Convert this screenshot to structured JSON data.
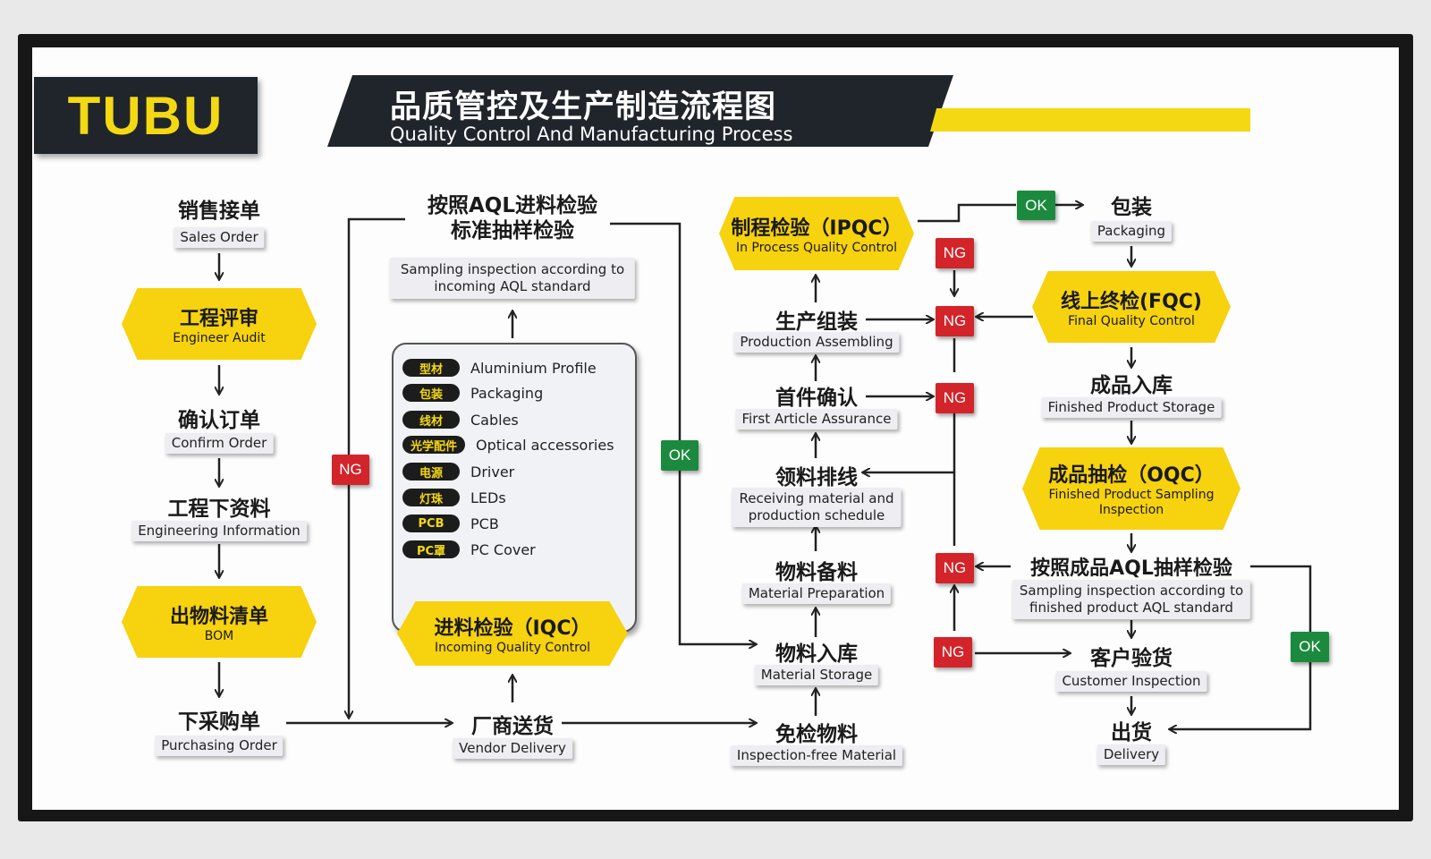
{
  "header": {
    "logo": "TUBU",
    "title_cn": "品质管控及生产制造流程图",
    "title_en": "Quality Control And Manufacturing Process"
  },
  "left_column": {
    "sales_order": {
      "cn": "销售接单",
      "en": "Sales Order"
    },
    "engineer_audit": {
      "cn": "工程评审",
      "en": "Engineer Audit"
    },
    "confirm_order": {
      "cn": "确认订单",
      "en": "Confirm Order"
    },
    "engineering_info": {
      "cn": "工程下资料",
      "en": "Engineering Information"
    },
    "bom": {
      "cn": "出物料清单",
      "en": "BOM"
    },
    "purchasing_order": {
      "cn": "下采购单",
      "en": "Purchasing Order"
    }
  },
  "incoming": {
    "aql_sampling": {
      "cn_line1": "按照AQL进料检验",
      "cn_line2": "标准抽样检验",
      "en_line1": "Sampling inspection according to",
      "en_line2": "incoming AQL standard"
    },
    "materials": [
      {
        "pill": "型材",
        "label": "Aluminium Profile"
      },
      {
        "pill": "包装",
        "label": "Packaging"
      },
      {
        "pill": "线材",
        "label": "Cables"
      },
      {
        "pill": "光学配件",
        "label": "Optical accessories"
      },
      {
        "pill": "电源",
        "label": "Driver"
      },
      {
        "pill": "灯珠",
        "label": "LEDs"
      },
      {
        "pill": "PCB",
        "label": "PCB"
      },
      {
        "pill": "PC罩",
        "label": "PC Cover"
      }
    ],
    "iqc": {
      "cn": "进料检验（IQC）",
      "en": "Incoming Quality Control"
    },
    "vendor_delivery": {
      "cn": "厂商送货",
      "en": "Vendor Delivery"
    },
    "ng": "NG",
    "ok": "OK"
  },
  "production": {
    "ipqc": {
      "cn": "制程检验（IPQC）",
      "en": "In Process Quality Control"
    },
    "assembling": {
      "cn": "生产组装",
      "en": "Production Assembling"
    },
    "first_article": {
      "cn": "首件确认",
      "en": "First Article Assurance"
    },
    "receiving": {
      "cn": "领料排线",
      "en_line1": "Receiving material and",
      "en_line2": "production schedule"
    },
    "preparation": {
      "cn": "物料备料",
      "en": "Material Preparation"
    },
    "storage": {
      "cn": "物料入库",
      "en": "Material Storage"
    },
    "inspection_free": {
      "cn": "免检物料",
      "en": "Inspection-free Material"
    }
  },
  "finishing": {
    "packaging": {
      "cn": "包装",
      "en": "Packaging"
    },
    "fqc": {
      "cn": "线上终检(FQC)",
      "en": "Final Quality Control"
    },
    "finished_storage": {
      "cn": "成品入库",
      "en": "Finished Product Storage"
    },
    "oqc": {
      "cn": "成品抽检（OQC）",
      "en_line1": "Finished Product Sampling",
      "en_line2": "Inspection"
    },
    "aql_finished": {
      "cn": "按照成品AQL抽样检验",
      "en_line1": "Sampling inspection according to",
      "en_line2": "finished product AQL standard"
    },
    "customer_inspection": {
      "cn": "客户验货",
      "en": "Customer Inspection"
    },
    "delivery": {
      "cn": "出货",
      "en": "Delivery"
    }
  },
  "tags": {
    "ng": "NG",
    "ok": "OK"
  },
  "colors": {
    "accent_yellow": "#f6d20f",
    "dark": "#1f252b",
    "ng_red": "#d3242a",
    "ok_green": "#1c8a3e"
  }
}
